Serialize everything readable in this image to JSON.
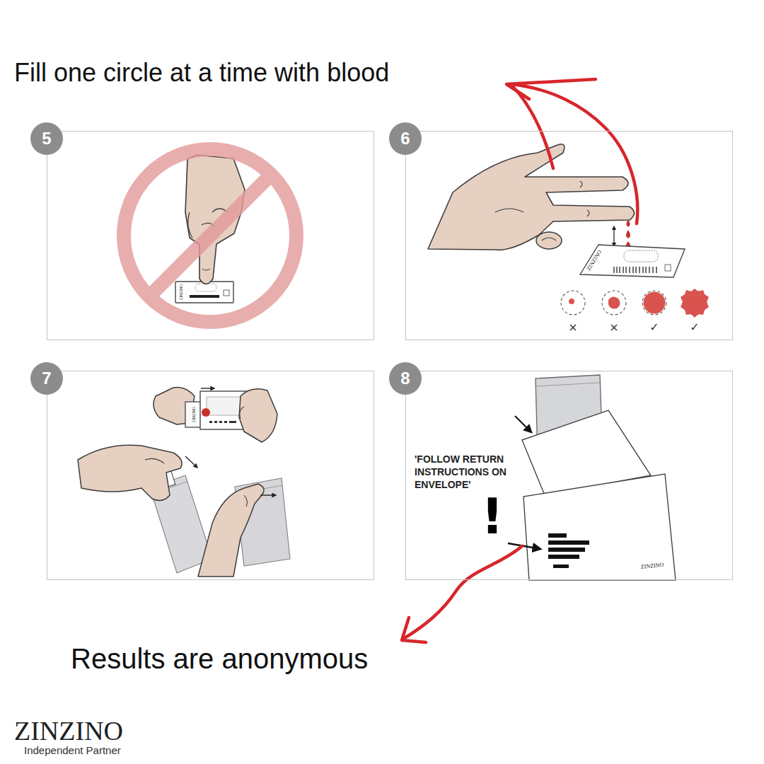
{
  "diagram": {
    "nodes": [
      {
        "text": [
          "5"
        ]
      },
      {
        "text": [
          "6"
        ]
      },
      {
        "text": [
          "7"
        ]
      },
      {
        "text": [
          "8"
        ]
      }
    ],
    "labels": [
      "Fill one circle at a time with blood",
      "ZINZINO",
      "ZINZINO",
      "×",
      "×",
      "✓",
      "✓",
      "ZINZINO",
      "'FOLLOW RETURN INSTRUCTIONS ON ENVELOPE'",
      "!",
      "ZINZINO",
      "Results are anonymous",
      "ZINZINO",
      "Independent Partner"
    ]
  }
}
